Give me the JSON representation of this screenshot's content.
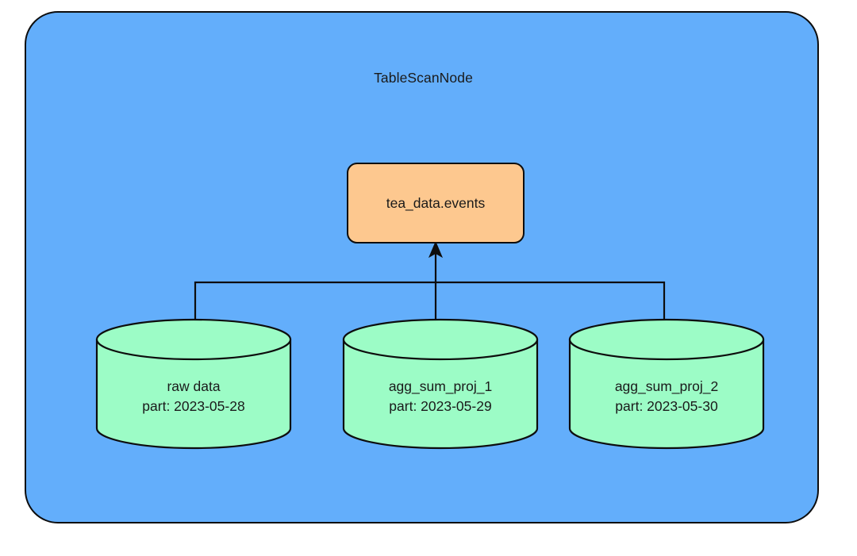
{
  "diagram": {
    "title": "TableScanNode",
    "colors": {
      "container_fill": "#63aefb",
      "table_fill": "#fdc88f",
      "storage_fill": "#9cfcc6",
      "stroke": "#0d0d0d",
      "background": "#ffffff"
    },
    "table_node": {
      "label": "tea_data.events",
      "shape": "rounded-rectangle"
    },
    "storage_nodes": [
      {
        "name": "raw data",
        "partition": "part: 2023-05-28",
        "shape": "cylinder"
      },
      {
        "name": "agg_sum_proj_1",
        "partition": "part: 2023-05-29",
        "shape": "cylinder"
      },
      {
        "name": "agg_sum_proj_2",
        "partition": "part: 2023-05-30",
        "shape": "cylinder"
      }
    ],
    "edges": [
      {
        "from": "raw data",
        "to": "tea_data.events",
        "style": "orthogonal-bus",
        "arrowhead": "filled-triangle"
      },
      {
        "from": "agg_sum_proj_1",
        "to": "tea_data.events",
        "style": "orthogonal-bus",
        "arrowhead": "filled-triangle"
      },
      {
        "from": "agg_sum_proj_2",
        "to": "tea_data.events",
        "style": "orthogonal-bus",
        "arrowhead": "filled-triangle"
      }
    ]
  }
}
